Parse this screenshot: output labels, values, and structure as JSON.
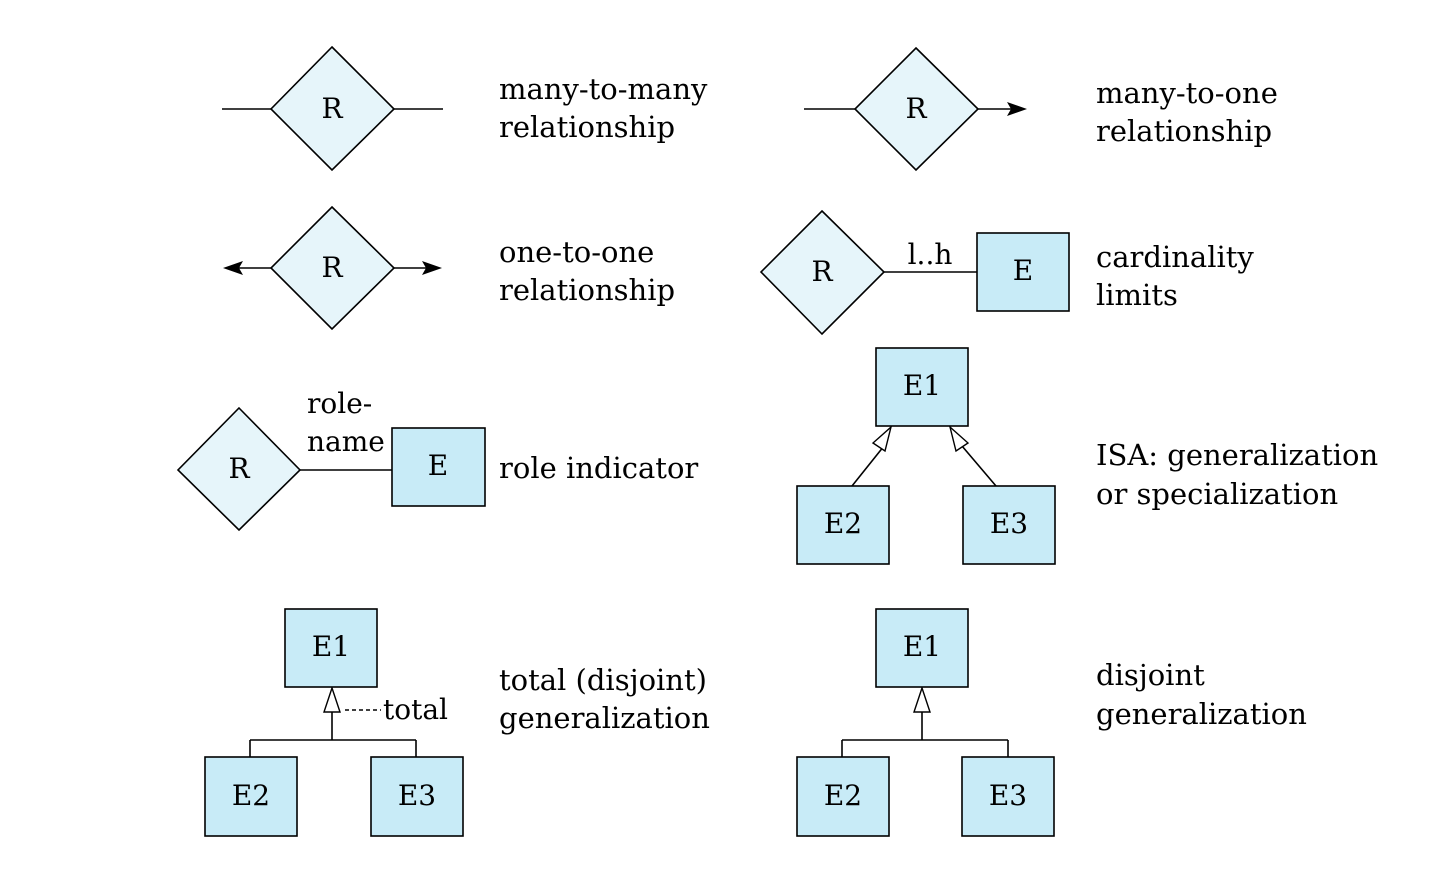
{
  "symbols": {
    "relationship": "R",
    "entity": "E",
    "entity1": "E1",
    "entity2": "E2",
    "entity3": "E3"
  },
  "labels": {
    "cardinality": "l..h",
    "role_line1": "role-",
    "role_line2": "name",
    "total": "total"
  },
  "captions": {
    "many_to_many": [
      "many-to-many",
      "relationship"
    ],
    "many_to_one": [
      "many-to-one",
      "relationship"
    ],
    "one_to_one": [
      "one-to-one",
      "relationship"
    ],
    "cardinality_limits": [
      "cardinality",
      "limits"
    ],
    "role_indicator": [
      "role indicator"
    ],
    "isa": [
      "ISA: generalization",
      "or specialization"
    ],
    "total_generalization": [
      "total (disjoint)",
      "generalization"
    ],
    "disjoint_generalization": [
      "disjoint",
      "generalization"
    ]
  },
  "colors": {
    "relationship_fill": "#e6f5fa",
    "entity_fill": "#c8ebf7",
    "stroke": "#000000"
  }
}
